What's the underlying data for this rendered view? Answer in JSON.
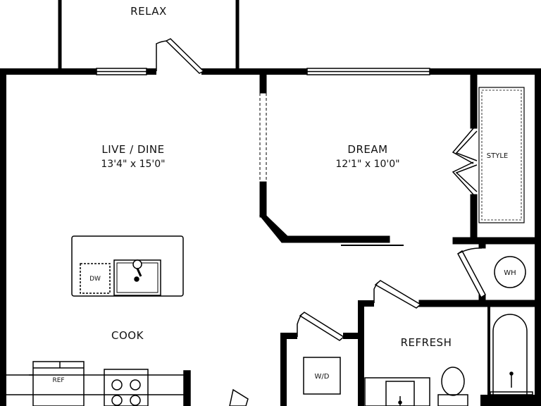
{
  "rooms": {
    "relax": {
      "name": "RELAX"
    },
    "live_dine": {
      "name": "LIVE / DINE",
      "dimensions": "13'4\" x 15'0\""
    },
    "dream": {
      "name": "DREAM",
      "dimensions": "12'1\" x 10'0\""
    },
    "cook": {
      "name": "COOK"
    },
    "refresh": {
      "name": "REFRESH"
    }
  },
  "fixtures": {
    "style": "STYLE",
    "wh": "WH",
    "dw": "DW",
    "ref": "REF",
    "wd": "W/D"
  }
}
